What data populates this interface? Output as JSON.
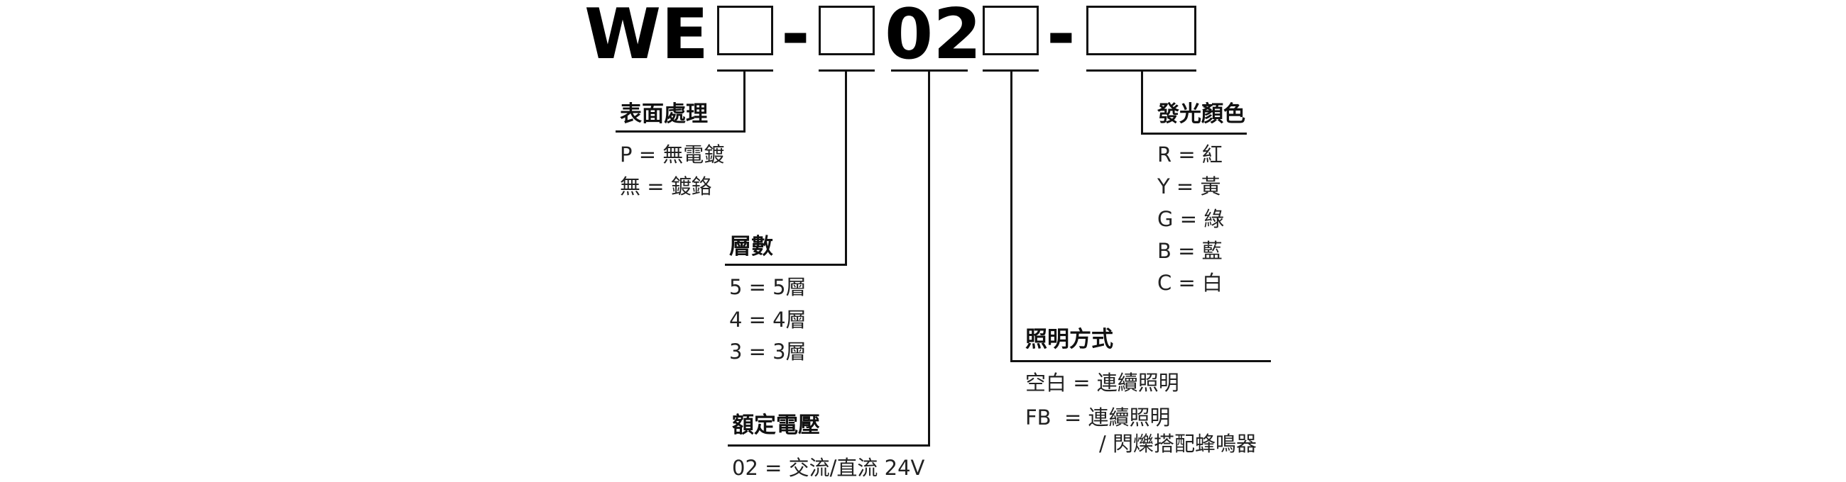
{
  "model_code": {
    "prefix": "WE",
    "dash_1": "-",
    "fixed_code": "02",
    "dash_2": "-"
  },
  "sections": {
    "surface": {
      "heading": "表面處理",
      "options": [
        "P = 無電鍍",
        "無 = 鍍鉻"
      ]
    },
    "layers": {
      "heading": "層數",
      "options": [
        "5 = 5層",
        "4 = 4層",
        "3 = 3層"
      ]
    },
    "voltage": {
      "heading": "額定電壓",
      "options": [
        "02 = 交流/直流 24V"
      ]
    },
    "lighting": {
      "heading": "照明方式",
      "options": [
        "空白 = 連續照明",
        "FB  = 連續照明",
        "/ 閃爍搭配蜂鳴器"
      ]
    },
    "color": {
      "heading": "發光顏色",
      "options": [
        "R = 紅",
        "Y = 黃",
        "G = 綠",
        "B = 藍",
        "C = 白"
      ]
    }
  }
}
